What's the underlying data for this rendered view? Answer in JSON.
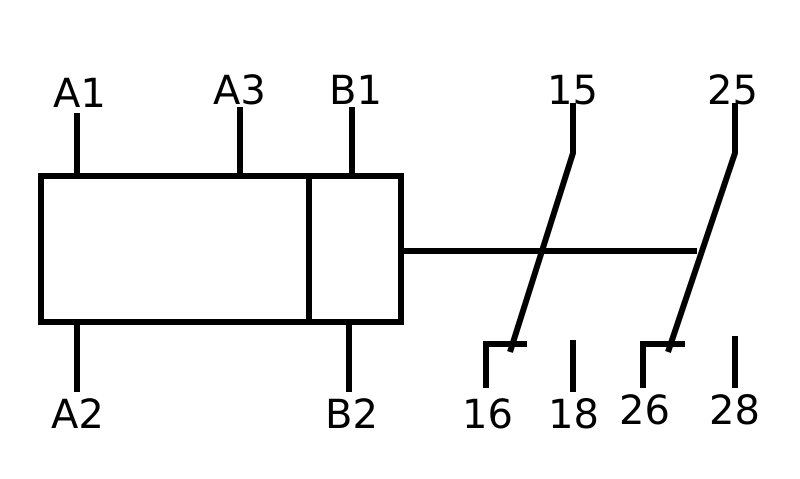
{
  "colors": {
    "line": "#000000",
    "background": "#ffffff"
  },
  "terminals": {
    "a1": "A1",
    "a3": "A3",
    "b1": "B1",
    "a2": "A2",
    "b2": "B2",
    "t15": "15",
    "t25": "25",
    "t16": "16",
    "t18": "18",
    "t26": "26",
    "t28": "28"
  }
}
